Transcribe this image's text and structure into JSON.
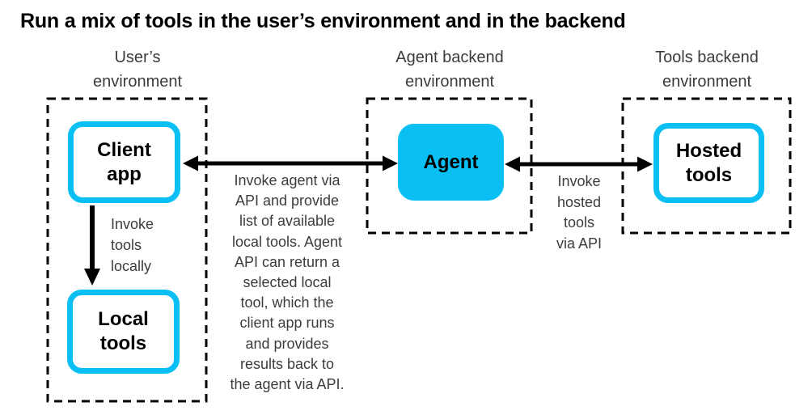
{
  "title": "Run a mix of tools in the user’s environment and in the backend",
  "colors": {
    "accent_cyan": "#0ABFF4",
    "text_dark": "#3C3C3C",
    "arrow_black": "#000000"
  },
  "environments": {
    "user": {
      "label_lines": [
        "User’s",
        "environment"
      ]
    },
    "agent_backend": {
      "label_lines": [
        "Agent backend",
        "environment"
      ]
    },
    "tools_backend": {
      "label_lines": [
        "Tools backend",
        "environment"
      ]
    }
  },
  "nodes": {
    "client_app": {
      "label_lines": [
        "Client",
        "app"
      ]
    },
    "local_tools": {
      "label_lines": [
        "Local",
        "tools"
      ]
    },
    "agent": {
      "label": "Agent"
    },
    "hosted_tools": {
      "label_lines": [
        "Hosted",
        "tools"
      ]
    }
  },
  "edges": {
    "client_local": {
      "label_lines": [
        "Invoke",
        "tools",
        "locally"
      ]
    },
    "client_agent": {
      "label_lines": [
        "Invoke agent via",
        "API and provide",
        "list of available",
        "local tools. Agent",
        "API can return a",
        "selected local",
        "tool, which the",
        "client app runs",
        "and provides",
        "results back to",
        "the agent via API."
      ]
    },
    "agent_hosted": {
      "label_lines": [
        "Invoke",
        "hosted",
        "tools",
        "via API"
      ]
    }
  }
}
